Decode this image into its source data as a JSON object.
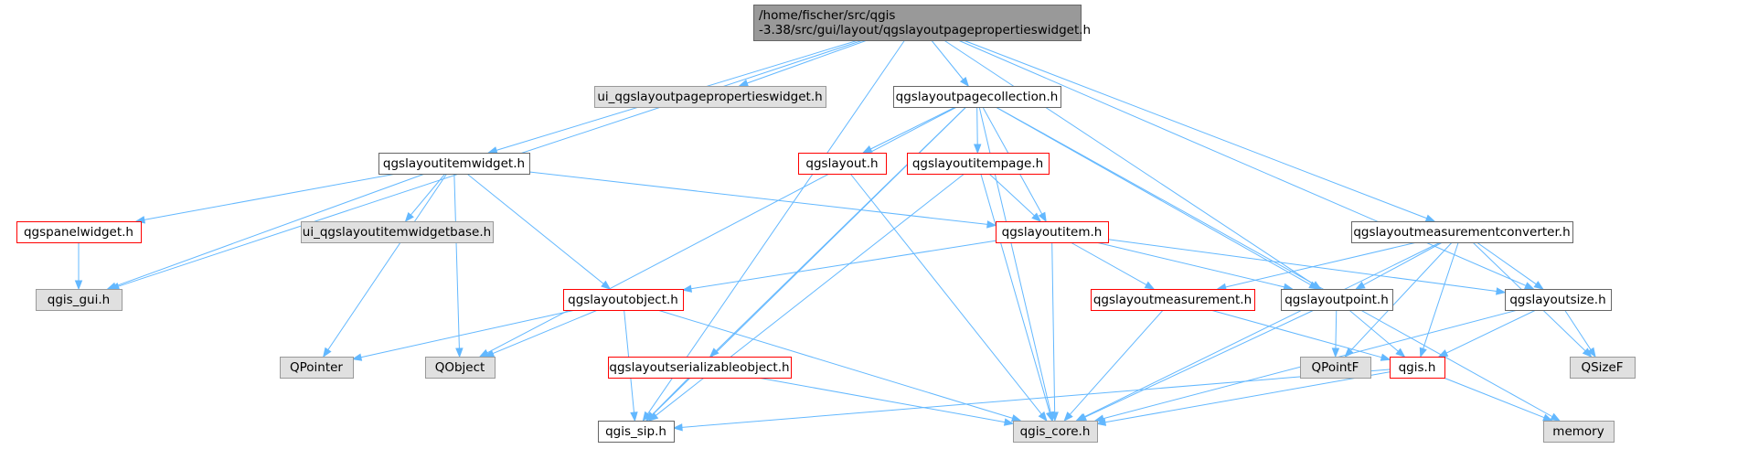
{
  "colors": {
    "edge": "#63b8ff",
    "root_fill": "#999999",
    "root_border": "#666666",
    "documented_fill": "#ffffff",
    "documented_border": "#666666",
    "external_fill": "#e0e0e0",
    "external_border": "#999999",
    "incomplete_fill": "#ffffff",
    "incomplete_border": "#ff0000"
  },
  "nodes": [
    {
      "id": "root",
      "lines": [
        "/home/fischer/src/qgis",
        "-3.38/src/gui/layout/qgslayoutpagepropertieswidget.h"
      ],
      "style": "root"
    },
    {
      "id": "ui_pageprops",
      "lines": [
        "ui_qgslayoutpagepropertieswidget.h"
      ],
      "style": "external"
    },
    {
      "id": "pagecollection",
      "lines": [
        "qgslayoutpagecollection.h"
      ],
      "style": "documented"
    },
    {
      "id": "itemwidget",
      "lines": [
        "qgslayoutitemwidget.h"
      ],
      "style": "documented"
    },
    {
      "id": "layout",
      "lines": [
        "qgslayout.h"
      ],
      "style": "incomplete"
    },
    {
      "id": "itempage",
      "lines": [
        "qgslayoutitempage.h"
      ],
      "style": "incomplete"
    },
    {
      "id": "panelwidget",
      "lines": [
        "qgspanelwidget.h"
      ],
      "style": "incomplete"
    },
    {
      "id": "ui_itemwidgetbase",
      "lines": [
        "ui_qgslayoutitemwidgetbase.h"
      ],
      "style": "external"
    },
    {
      "id": "layoutitem",
      "lines": [
        "qgslayoutitem.h"
      ],
      "style": "incomplete"
    },
    {
      "id": "measconv",
      "lines": [
        "qgslayoutmeasurementconverter.h"
      ],
      "style": "documented"
    },
    {
      "id": "gui",
      "lines": [
        "qgis_gui.h"
      ],
      "style": "external"
    },
    {
      "id": "layoutobject",
      "lines": [
        "qgslayoutobject.h"
      ],
      "style": "incomplete"
    },
    {
      "id": "measurement",
      "lines": [
        "qgslayoutmeasurement.h"
      ],
      "style": "incomplete"
    },
    {
      "id": "point",
      "lines": [
        "qgslayoutpoint.h"
      ],
      "style": "documented"
    },
    {
      "id": "size",
      "lines": [
        "qgslayoutsize.h"
      ],
      "style": "documented"
    },
    {
      "id": "qpointer",
      "lines": [
        "QPointer"
      ],
      "style": "external"
    },
    {
      "id": "qobject",
      "lines": [
        "QObject"
      ],
      "style": "external"
    },
    {
      "id": "serializable",
      "lines": [
        "qgslayoutserializableobject.h"
      ],
      "style": "incomplete"
    },
    {
      "id": "qpointf",
      "lines": [
        "QPointF"
      ],
      "style": "external"
    },
    {
      "id": "qgis",
      "lines": [
        "qgis.h"
      ],
      "style": "incomplete"
    },
    {
      "id": "qsizef",
      "lines": [
        "QSizeF"
      ],
      "style": "external"
    },
    {
      "id": "sip",
      "lines": [
        "qgis_sip.h"
      ],
      "style": "documented"
    },
    {
      "id": "core",
      "lines": [
        "qgis_core.h"
      ],
      "style": "external"
    },
    {
      "id": "memory",
      "lines": [
        "memory"
      ],
      "style": "external"
    }
  ],
  "edges": [
    [
      "root",
      "ui_pageprops"
    ],
    [
      "root",
      "pagecollection"
    ],
    [
      "root",
      "itemwidget"
    ],
    [
      "root",
      "measconv"
    ],
    [
      "root",
      "gui"
    ],
    [
      "root",
      "sip"
    ],
    [
      "root",
      "point"
    ],
    [
      "root",
      "size"
    ],
    [
      "pagecollection",
      "layout"
    ],
    [
      "pagecollection",
      "itempage"
    ],
    [
      "pagecollection",
      "layoutitem"
    ],
    [
      "pagecollection",
      "serializable"
    ],
    [
      "pagecollection",
      "qobject"
    ],
    [
      "pagecollection",
      "sip"
    ],
    [
      "pagecollection",
      "core"
    ],
    [
      "pagecollection",
      "point"
    ],
    [
      "pagecollection",
      "memory"
    ],
    [
      "itemwidget",
      "panelwidget"
    ],
    [
      "itemwidget",
      "ui_itemwidgetbase"
    ],
    [
      "itemwidget",
      "gui"
    ],
    [
      "itemwidget",
      "layoutitem"
    ],
    [
      "itemwidget",
      "layoutobject"
    ],
    [
      "itemwidget",
      "qpointer"
    ],
    [
      "itemwidget",
      "qobject"
    ],
    [
      "panelwidget",
      "gui"
    ],
    [
      "layout",
      "core"
    ],
    [
      "itempage",
      "layoutitem"
    ],
    [
      "itempage",
      "sip"
    ],
    [
      "itempage",
      "core"
    ],
    [
      "layoutitem",
      "layoutobject"
    ],
    [
      "layoutitem",
      "measurement"
    ],
    [
      "layoutitem",
      "point"
    ],
    [
      "layoutitem",
      "size"
    ],
    [
      "layoutitem",
      "core"
    ],
    [
      "layoutobject",
      "qpointer"
    ],
    [
      "layoutobject",
      "qobject"
    ],
    [
      "layoutobject",
      "sip"
    ],
    [
      "layoutobject",
      "core"
    ],
    [
      "measconv",
      "measurement"
    ],
    [
      "measconv",
      "point"
    ],
    [
      "measconv",
      "size"
    ],
    [
      "measconv",
      "qgis"
    ],
    [
      "measconv",
      "qpointf"
    ],
    [
      "measconv",
      "qsizef"
    ],
    [
      "measconv",
      "core"
    ],
    [
      "measurement",
      "qgis"
    ],
    [
      "measurement",
      "core"
    ],
    [
      "point",
      "qpointf"
    ],
    [
      "point",
      "qgis"
    ],
    [
      "point",
      "core"
    ],
    [
      "size",
      "qsizef"
    ],
    [
      "size",
      "qgis"
    ],
    [
      "size",
      "core"
    ],
    [
      "serializable",
      "sip"
    ],
    [
      "serializable",
      "core"
    ],
    [
      "qgis",
      "core"
    ],
    [
      "qgis",
      "sip"
    ],
    [
      "qgis",
      "memory"
    ]
  ]
}
